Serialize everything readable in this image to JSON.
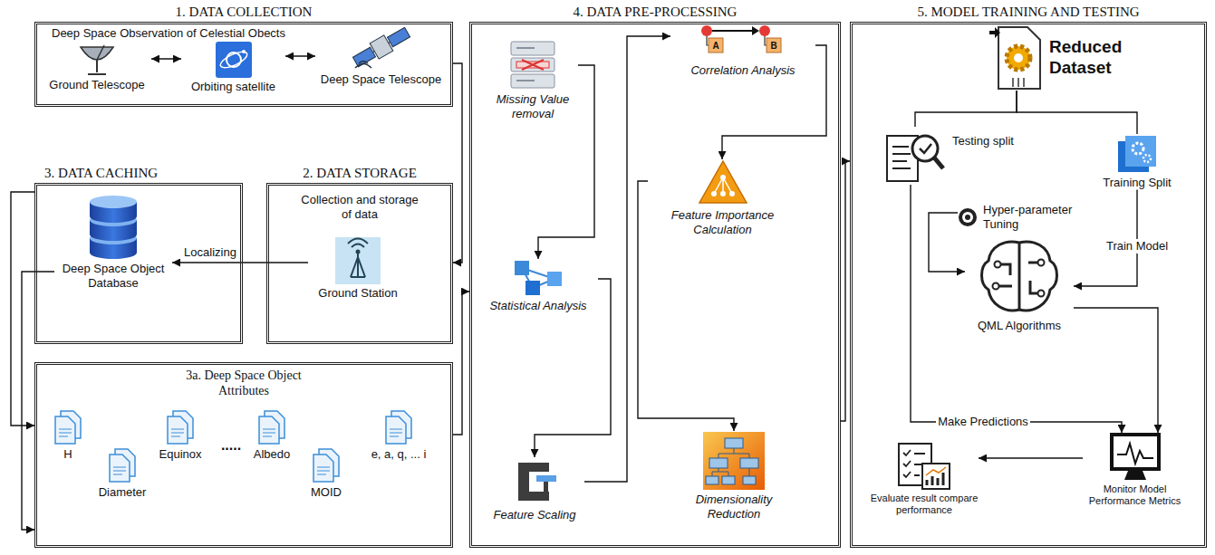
{
  "diagram": {
    "nodes": [
      {
        "text": [
          "1. DATA COLLECTION",
          "Deep Space Observation of Celestial Obects"
        ]
      },
      {
        "text": [
          "Ground Telescope"
        ],
        "in": 0
      },
      {
        "text": [
          "Orbiting satellite"
        ],
        "in": 0
      },
      {
        "text": [
          "Deep Space Telescope"
        ],
        "in": 0
      },
      {
        "text": [
          "2. DATA STORAGE",
          "Collection and storage of data"
        ]
      },
      {
        "text": [
          "Ground Station"
        ],
        "in": 4
      },
      {
        "text": [
          "3. DATA CACHING"
        ]
      },
      {
        "text": [
          "Deep Space Object Database"
        ],
        "in": 6
      },
      {
        "text": [
          "3a. Deep Space Object Attributes"
        ]
      },
      {
        "text": [
          "H"
        ],
        "in": 8
      },
      {
        "text": [
          "Diameter"
        ],
        "in": 8
      },
      {
        "text": [
          "Equinox"
        ],
        "in": 8
      },
      {
        "text": [
          "Albedo"
        ],
        "in": 8
      },
      {
        "text": [
          "MOID"
        ],
        "in": 8
      },
      {
        "text": [
          "e, a, q, ... i"
        ],
        "in": 8
      },
      {
        "text": [
          "4. DATA PRE-PROCESSING"
        ]
      },
      {
        "text": [
          "Missing Value removal"
        ],
        "in": 15
      },
      {
        "text": [
          "Statistical Analysis"
        ],
        "in": 15
      },
      {
        "text": [
          "Feature Scaling"
        ],
        "in": 15
      },
      {
        "text": [
          "Correlation Analysis"
        ],
        "in": 15
      },
      {
        "text": [
          "Feature Importance Calculation"
        ],
        "in": 15
      },
      {
        "text": [
          "Dimensionality Reduction"
        ],
        "in": 15
      },
      {
        "text": [
          "5. MODEL TRAINING AND TESTING"
        ]
      },
      {
        "text": [
          "Reduced Dataset"
        ],
        "in": 22
      },
      {
        "text": [
          "Testing split"
        ],
        "in": 22
      },
      {
        "text": [
          "Training Split"
        ],
        "in": 22
      },
      {
        "text": [
          "Hyper-parameter Tuning"
        ],
        "in": 22
      },
      {
        "text": [
          "QML Algorithms"
        ],
        "in": 22
      },
      {
        "text": [
          "Evaluate result compare performance"
        ],
        "in": 22
      },
      {
        "text": [
          "Monitor Model Performance Metrics"
        ],
        "in": 22
      }
    ],
    "edges": [
      {
        "from": 1,
        "to": 2,
        "arrow": "both"
      },
      {
        "from": 2,
        "to": 3,
        "arrow": "both"
      },
      {
        "from": 0,
        "to": 4,
        "arrow": "to"
      },
      {
        "from": 5,
        "to": 7,
        "label": "Localizing",
        "arrow": "to"
      },
      {
        "from": 6,
        "to": 8,
        "arrow": "to"
      },
      {
        "from": 7,
        "to": 8,
        "arrow": "to"
      },
      {
        "from": 8,
        "to": 15,
        "arrow": "to"
      },
      {
        "from": 16,
        "to": 17,
        "arrow": "to"
      },
      {
        "from": 17,
        "to": 18,
        "arrow": "to"
      },
      {
        "from": 18,
        "to": 19,
        "arrow": "to"
      },
      {
        "from": 19,
        "to": 20,
        "arrow": "to"
      },
      {
        "from": 20,
        "to": 21,
        "arrow": "to"
      },
      {
        "from": 15,
        "to": 22,
        "arrow": "to"
      },
      {
        "from": 23,
        "to": 24,
        "arrow": "none"
      },
      {
        "from": 23,
        "to": 25,
        "arrow": "none"
      },
      {
        "from": 25,
        "to": 27,
        "label": "Train Model",
        "arrow": "to"
      },
      {
        "from": 26,
        "to": 27,
        "arrow": "to"
      },
      {
        "from": 27,
        "to": 29,
        "arrow": "to"
      },
      {
        "from": 24,
        "to": 29,
        "label": "Make Predictions",
        "arrow": "to"
      },
      {
        "from": 29,
        "to": 28,
        "arrow": "to"
      }
    ],
    "labels": [
      ".....",
      "A",
      "B"
    ]
  }
}
